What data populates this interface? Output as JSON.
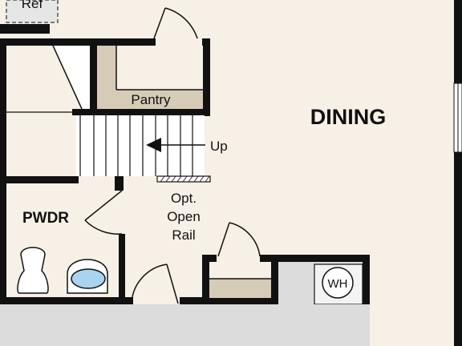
{
  "labels": {
    "ref": "Ref",
    "dining": "DINING",
    "pantry": "Pantry",
    "up": "Up",
    "pwdr": "PWDR",
    "opt_line1": "Opt.",
    "opt_line2": "Open",
    "opt_line3": "Rail",
    "wh": "WH"
  },
  "colors": {
    "floor": "#f6f0e6",
    "wall": "#111111",
    "shelf": "#d6cbb6",
    "counter": "#dcdcdc",
    "fixture_blue": "#a9d3ee"
  }
}
